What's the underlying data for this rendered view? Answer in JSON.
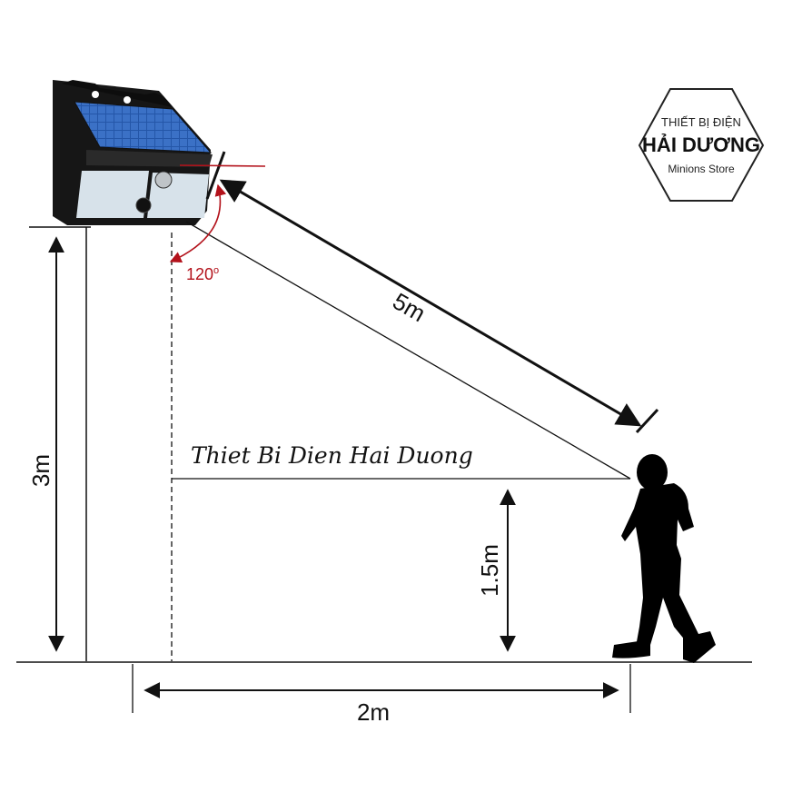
{
  "labels": {
    "height_lamp": "3m",
    "height_person": "1.5m",
    "distance_ground": "2m",
    "distance_sensor": "5m",
    "angle": "120",
    "angle_unit": "o",
    "watermark": "Thiet Bi Dien Hai Duong"
  },
  "brand": {
    "line1": "THIẾT BỊ ĐIỆN",
    "line2": "HẢI DƯƠNG",
    "line3": "Minions Store"
  },
  "colors": {
    "line": "#111111",
    "accent": "#b3121b",
    "panel": "#1f4f9c"
  }
}
